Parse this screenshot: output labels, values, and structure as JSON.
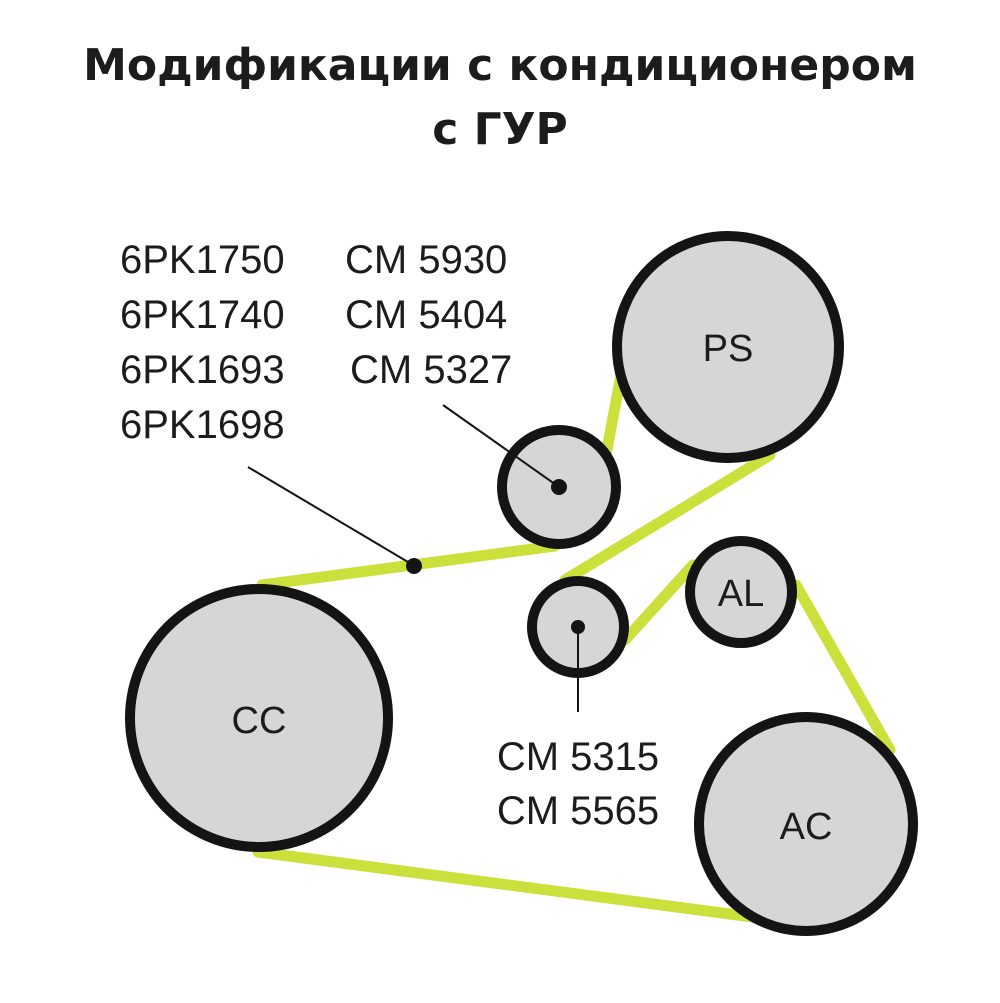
{
  "title": {
    "line1": "Модификации с кондиционером",
    "line2": "с ГУР"
  },
  "belt_numbers": [
    "6PK1750",
    "6PK1740",
    "6PK1693",
    "6PK1698"
  ],
  "upper_idler_numbers": [
    "CM 5930",
    "CM 5404",
    "CM 5327"
  ],
  "lower_idler_numbers": [
    "CM 5315",
    "CM 5565"
  ],
  "pulleys": {
    "ps": "PS",
    "al": "AL",
    "cc": "CC",
    "ac": "AC"
  },
  "colors": {
    "belt": "#cce03c",
    "pulley_fill": "#d6d6d6",
    "outline": "#141414",
    "text": "#1c1c1c"
  }
}
